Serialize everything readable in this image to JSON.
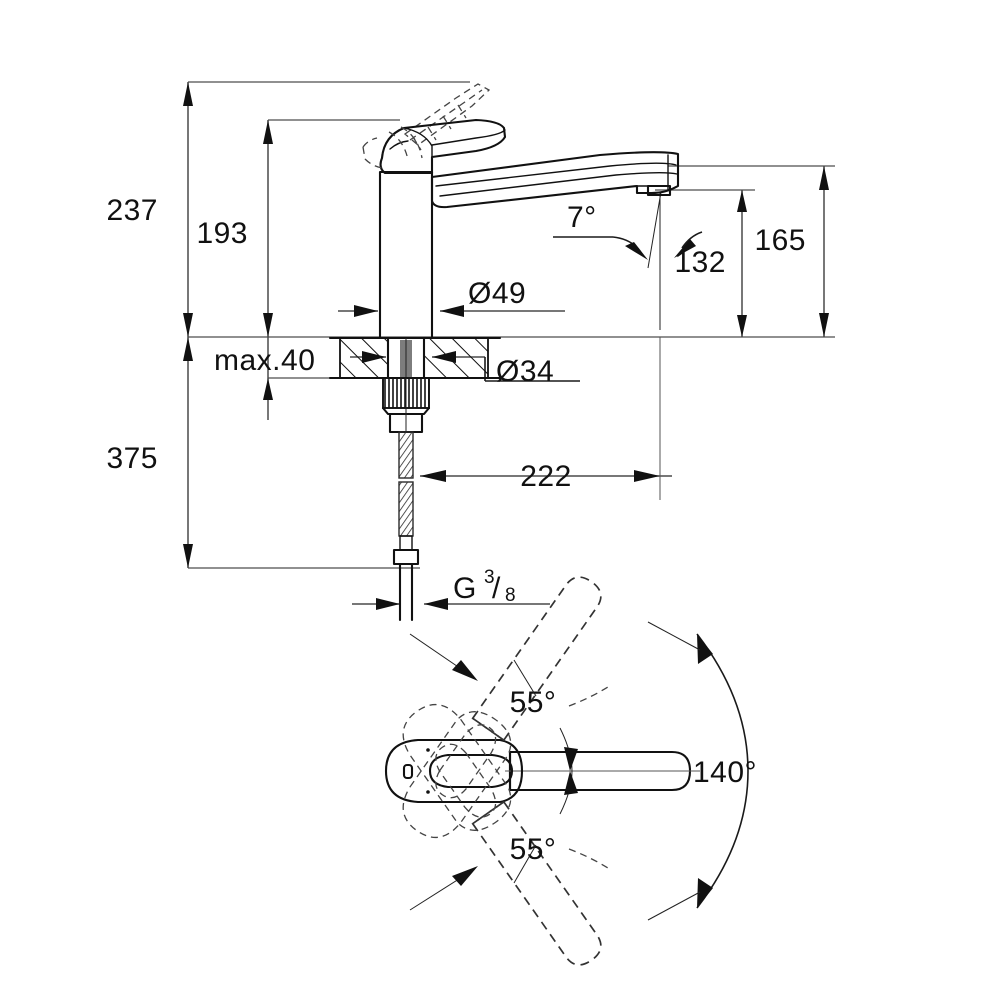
{
  "drawing": {
    "title": "Single-lever sink mixer dimensional drawing",
    "units": "mm",
    "background_color": "#ffffff",
    "line_color": "#111111",
    "dimension_color": "#4a4a4a"
  },
  "elevation": {
    "name": "side-elevation-view",
    "dimensions": {
      "total_height": "237",
      "spout_base_height": "193",
      "deck_thickness": "max.40",
      "overall_drop": "375",
      "spout_outlet_height": "132",
      "spout_top_height": "165",
      "projection": "222",
      "body_diameter": "Ø49",
      "hole_diameter": "Ø34",
      "spout_tilt": "7°"
    },
    "thread": {
      "prefix": "G",
      "numerator": "3",
      "slash": "/",
      "denominator": "8",
      "full": "G 3/8"
    }
  },
  "plan": {
    "name": "plan-swivel-view",
    "dimensions": {
      "swivel_left": "55°",
      "swivel_right": "55°",
      "swivel_total": "140°"
    }
  },
  "labels": {
    "d237": "237",
    "d193": "193",
    "d375": "375",
    "d132": "132",
    "d165": "165",
    "d222": "222",
    "dia49": "Ø49",
    "dia34": "Ø34",
    "max40": "max.40",
    "ang7": "7°",
    "ang55_top": "55°",
    "ang55_bottom": "55°",
    "ang140": "140°",
    "g_prefix": "G",
    "g_num": "3",
    "g_den": "8"
  }
}
